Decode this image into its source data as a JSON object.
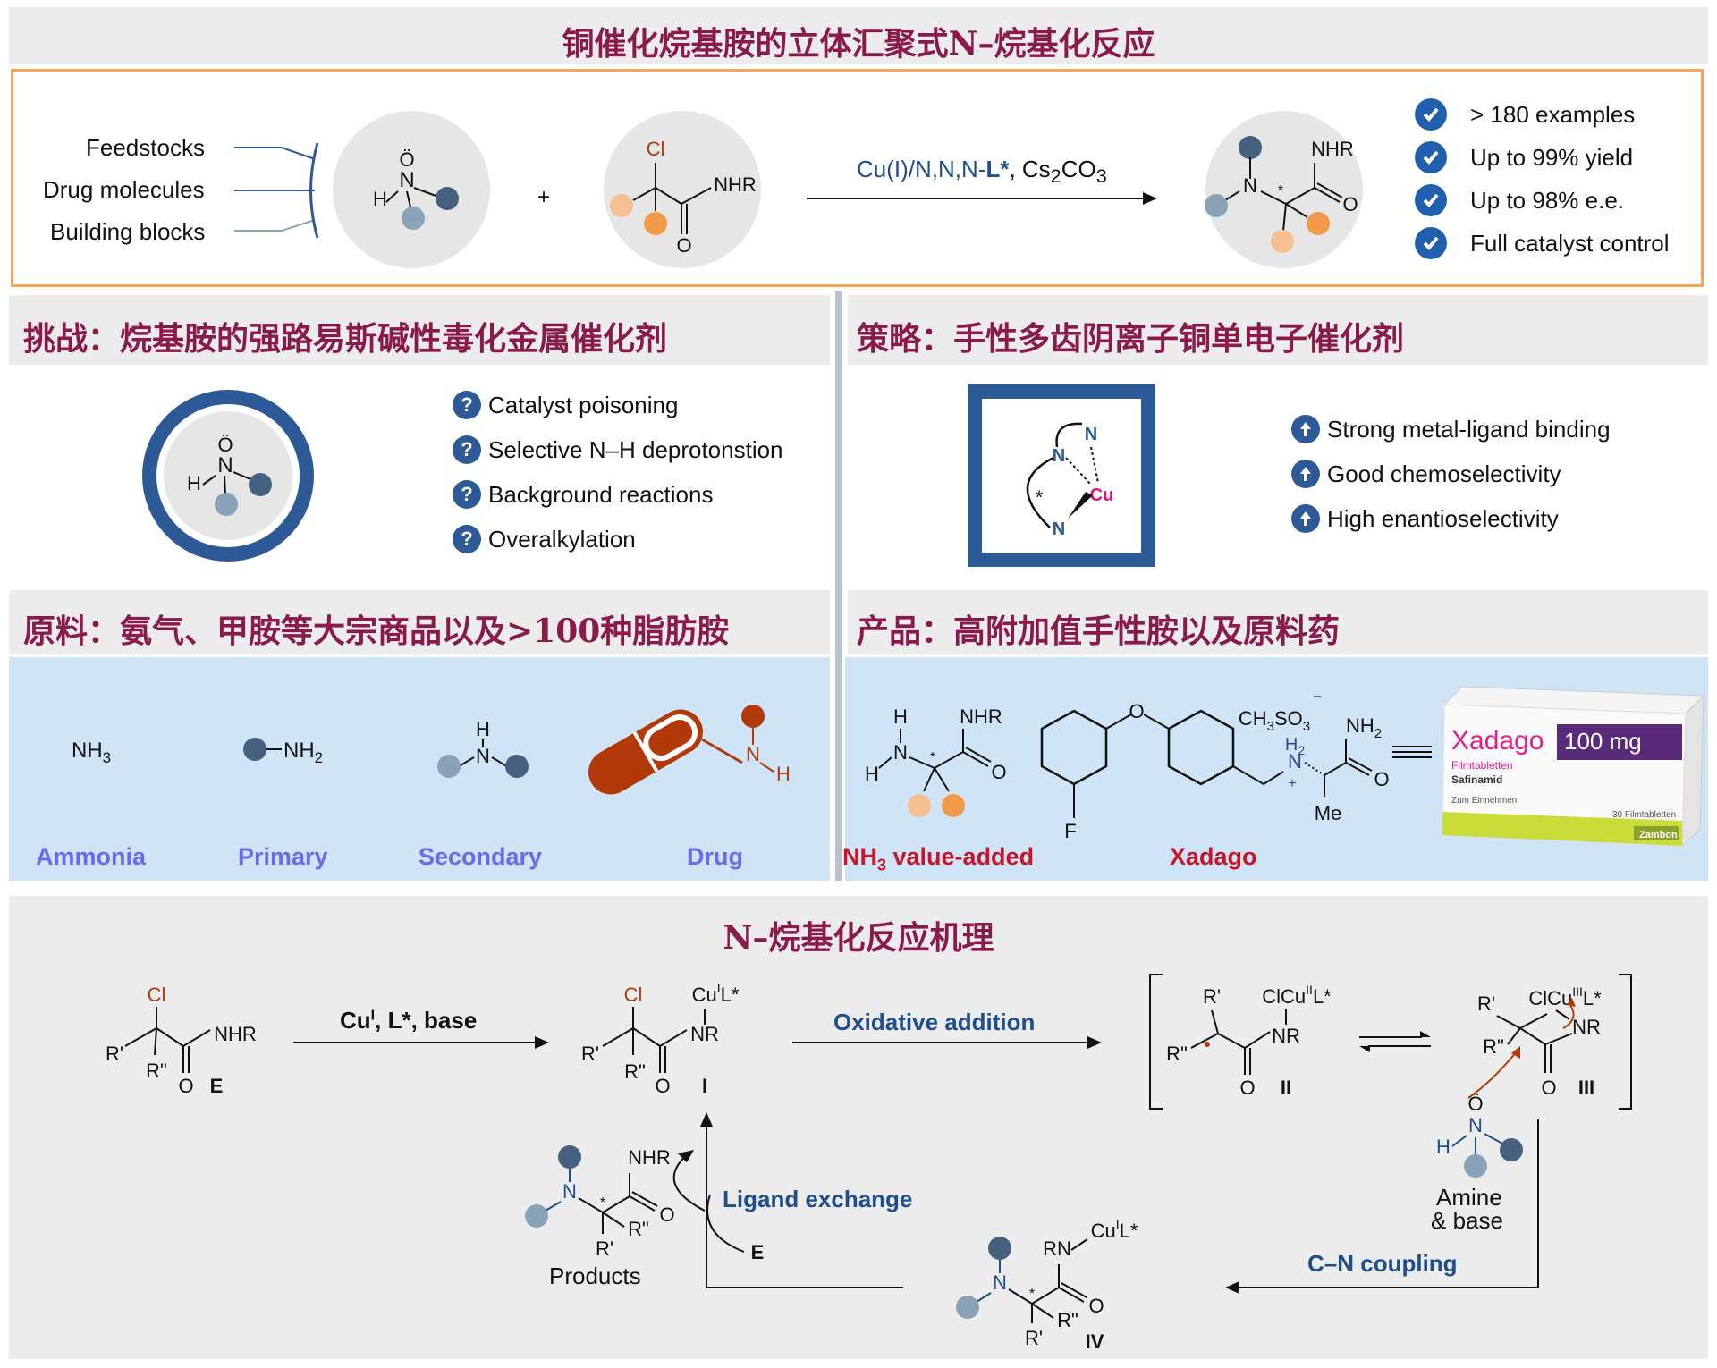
{
  "title": "铜催化烷基胺的立体汇聚式N–烷基化反应",
  "overview": {
    "sources": [
      "Feedstocks",
      "Drug molecules",
      "Building blocks"
    ],
    "plus": "+",
    "conditions_prefix": "Cu(I)/N,N,N-",
    "conditions_ligand": "L*",
    "conditions_base": ", Cs",
    "conditions_sub": "2",
    "conditions_co": "CO",
    "conditions_sub2": "3",
    "benefits": [
      "> 180 examples",
      "Up to 99% yield",
      "Up to 98% e.e.",
      "Full catalyst control"
    ]
  },
  "challenge": {
    "title": "挑战：烷基胺的强路易斯碱性毒化金属催化剂",
    "items": [
      "Catalyst poisoning",
      "Selective N–H deprotonstion",
      "Background reactions",
      "Overalkylation"
    ],
    "icon_text": "?"
  },
  "strategy": {
    "title": "策略：手性多齿阴离子铜单电子催化剂",
    "items": [
      "Strong metal-ligand binding",
      "Good chemoselectivity",
      "High enantioselectivity"
    ]
  },
  "feedstock": {
    "title": "原料：氨气、甲胺等大宗商品以及>100种脂肪胺",
    "labels": [
      "Ammonia",
      "Primary",
      "Secondary",
      "Drug"
    ]
  },
  "product": {
    "title": "产品：高附加值手性胺以及原料药",
    "labels": [
      "NH3 value-added",
      "Xadago"
    ],
    "box_brand": "Xadago",
    "box_dose": "100 mg",
    "box_lines": [
      "Filmtabletten",
      "Safinamid",
      "Zum Einnehmen",
      "30 Filmtabletten",
      "Zambon"
    ]
  },
  "mechanism": {
    "title": "N–烷基化反应机理",
    "step1_reagent": "Cu",
    "step1_sup": "I",
    "step1_rest": ", L*, base",
    "oxidative_addition": "Oxidative addition",
    "ligand_exchange": "Ligand exchange",
    "cn_coupling": "C–N coupling",
    "amine_base": [
      "Amine",
      "& base"
    ],
    "products": "Products",
    "labels": [
      "E",
      "I",
      "II",
      "III",
      "IV"
    ],
    "e_label": "E"
  },
  "colors": {
    "title": "#8a1a4a",
    "navy": "#2d5a96",
    "slate": "#46617f",
    "grayblue": "#8aa3b8",
    "orange": "#f09a4a",
    "peach": "#f6bf92",
    "rust": "#b23a0a",
    "lightblue": "#cfe5f7"
  }
}
